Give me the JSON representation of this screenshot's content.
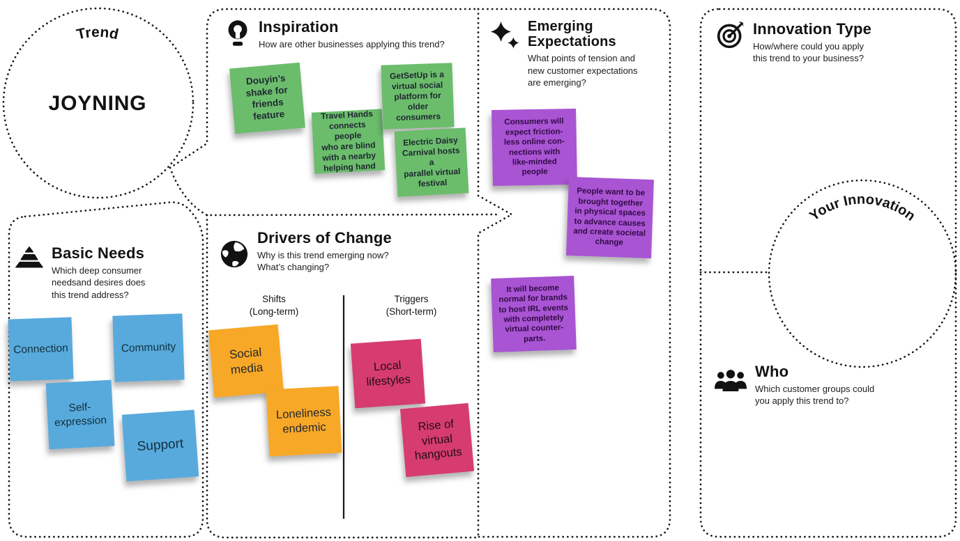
{
  "trend": {
    "label": "Trend",
    "value": "JOYNING"
  },
  "inspiration": {
    "title": "Inspiration",
    "subtitle": "How are other businesses applying this trend?",
    "icon": "lightbulb-icon",
    "notes": [
      {
        "color": "#6BBD6C",
        "text": "Douyin’s\nshake for\nfriends\nfeature"
      },
      {
        "color": "#6BBD6C",
        "text": "Travel Hands\nconnects people\nwho are blind\nwith a nearby\nhelping hand"
      },
      {
        "color": "#6BBD6C",
        "text": "GetSetUp is a\nvirtual social\nplatform for\nolder consumers"
      },
      {
        "color": "#6BBD6C",
        "text": "Electric Daisy\nCarnival hosts a\nparallel virtual\nfestival"
      }
    ]
  },
  "emerging": {
    "title": "Emerging\nExpectations",
    "subtitle": "What points of tension and\nnew customer expectations\nare emerging?",
    "icon": "sparkles-icon",
    "notes": [
      {
        "color": "#A854D3",
        "text": "Consumers will\nexpect friction-\nless online con-\nnections with\nlike-minded\npeople"
      },
      {
        "color": "#A854D3",
        "text": "People want to be\nbrought together\nin physical spaces\nto advance causes\nand create societal\nchange"
      },
      {
        "color": "#A854D3",
        "text": "It will become\nnormal for brands\nto host IRL events\nwith completely\nvirtual counter-\nparts."
      }
    ]
  },
  "basic_needs": {
    "title": "Basic Needs",
    "subtitle": "Which deep consumer\nneedsand desires does\nthis trend address?",
    "icon": "pyramid-icon",
    "notes": [
      {
        "color": "#58AADD",
        "text": "Connection"
      },
      {
        "color": "#58AADD",
        "text": "Community"
      },
      {
        "color": "#58AADD",
        "text": "Self-\nexpression"
      },
      {
        "color": "#58AADD",
        "text": "Support"
      }
    ]
  },
  "drivers": {
    "title": "Drivers of Change",
    "subtitle": "Why is this trend emerging now?\nWhat’s changing?",
    "icon": "globe-icon",
    "columns": [
      {
        "label": "Shifts\n(Long-term)"
      },
      {
        "label": "Triggers\n(Short-term)"
      }
    ],
    "shifts_notes": [
      {
        "color": "#F8A827",
        "text": "Social\nmedia"
      },
      {
        "color": "#F8A827",
        "text": "Loneliness\nendemic"
      }
    ],
    "triggers_notes": [
      {
        "color": "#D63C6F",
        "text": "Local\nlifestyles"
      },
      {
        "color": "#D63C6F",
        "text": "Rise of\nvirtual\nhangouts"
      }
    ]
  },
  "innovation": {
    "title": "Innovation Type",
    "subtitle": "How/where could you apply\nthis trend to your business?",
    "icon": "target-icon",
    "circle_label": "Your Innovation"
  },
  "who": {
    "title": "Who",
    "subtitle": "Which customer groups could\nyou apply this trend to?",
    "icon": "people-icon"
  },
  "colors": {
    "ink": "#161616",
    "green": "#6BBD6C",
    "purple": "#A854D3",
    "blue": "#58AADD",
    "orange": "#F8A827",
    "pink": "#D63C6F"
  }
}
